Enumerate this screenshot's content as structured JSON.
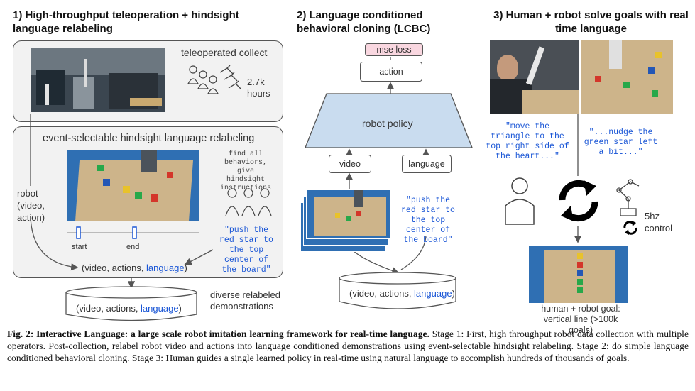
{
  "sections": {
    "s1_title": "1) High-throughput teleoperation + hindsight language relabeling",
    "s2_title": "2) Language conditioned behavioral cloning (LCBC)",
    "s3_title": "3) Human + robot solve goals with real time language"
  },
  "stage1": {
    "teleop_label": "teleoperated collect",
    "hours": "2.7k hours",
    "relabel_title": "event-selectable hindsight language relabeling",
    "find_text": "find all behaviors, give hindsight instructions",
    "instruction": "\"push the red star to the top center of the board\"",
    "start_label": "start",
    "end_label": "end",
    "robot_label": "robot (video, action)",
    "tuple_prefix": "(video, actions, ",
    "tuple_lang": "language",
    "tuple_suffix": ")",
    "db_prefix": "(video, actions, ",
    "db_lang": "language",
    "db_suffix": ")",
    "diverse_label": "diverse relabeled demonstrations"
  },
  "stage2": {
    "mse_loss": "mse loss",
    "action": "action",
    "policy": "robot policy",
    "video": "video",
    "language": "language",
    "instruction": "\"push the red star to the top center of the board\"",
    "db_prefix": "(video, actions, ",
    "db_lang": "language",
    "db_suffix": ")"
  },
  "stage3": {
    "quote1": "\"move the triangle to the top right side of the heart...\"",
    "quote2": "\"...nudge the green star left a bit...\"",
    "control": "5hz control",
    "goal_label": "human + robot goal: vertical line (>100k goals)"
  },
  "caption": {
    "fig": "Fig. 2:",
    "bold": "Interactive Language: a large scale robot imitation learning framework for real-time language.",
    "rest": "Stage 1: First, high throughput robot data collection with multiple operators. Post-collection, relabel robot video and actions into language conditioned demonstrations using event-selectable hindsight relabeling. Stage 2: do simple language conditioned behavioral cloning. Stage 3: Human guides a single learned policy in real-time using natural language to accomplish hundreds of thousands of goals."
  },
  "colors": {
    "blue_text": "#1a56d6",
    "mse_fill": "#f9d7e0",
    "policy_fill": "#c9dcef",
    "table": "#cdb48a",
    "board_blue": "#2f6fb3"
  }
}
